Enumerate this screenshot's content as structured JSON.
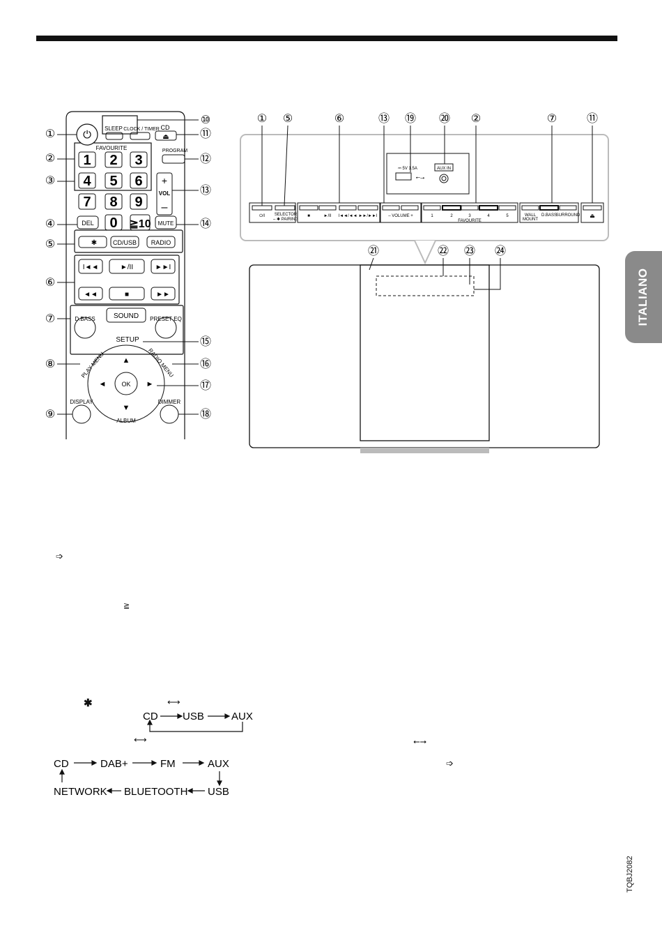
{
  "side_tab": "ITALIANO",
  "doc_code": "TQBJ2082",
  "remote": {
    "callouts": [
      "①",
      "②",
      "③",
      "④",
      "⑤",
      "⑥",
      "⑦",
      "⑧",
      "⑨",
      "⑩",
      "⑪",
      "⑫",
      "⑬",
      "⑭",
      "⑮",
      "⑯",
      "⑰",
      "⑱"
    ],
    "labels": {
      "sleep": "SLEEP",
      "clock_timer": "CLOCK / TIMER",
      "cd": "CD",
      "favourite": "FAVOURITE",
      "program": "PROGRAM",
      "vol": "VOL",
      "del": "DEL",
      "mute": "MUTE",
      "cd_usb": "CD/USB",
      "radio": "RADIO",
      "dbass": "D.BASS",
      "sound": "SOUND",
      "preset_eq": "PRESET EQ",
      "setup": "SETUP",
      "play_menu": "PLAY MENU",
      "radio_menu": "RADIO MENU",
      "ok": "OK",
      "display": "DISPLAY",
      "dimmer": "DIMMER",
      "album": "ALBUM",
      "digits": [
        "1",
        "2",
        "3",
        "4",
        "5",
        "6",
        "7",
        "8",
        "9",
        "0",
        "≧10"
      ]
    }
  },
  "unit": {
    "callouts_top": [
      "①",
      "⑤",
      "⑥",
      "⑬",
      "⑲",
      "⑳",
      "②",
      "⑦",
      "⑪"
    ],
    "callouts_front": [
      "㉑",
      "㉒",
      "㉓",
      "㉔"
    ],
    "labels": {
      "power": "⏻/I",
      "selector": "SELECTOR",
      "pairing": "– ✱ PAIRING",
      "stop": "■",
      "play_pause": "►/II",
      "skip_back": "I◄◄/◄◄",
      "skip_fwd": "►►/►►I",
      "volume": "–  VOLUME  +",
      "usb_port": "⎓ 5V 1.5A",
      "aux_in": "AUX IN",
      "fav_nums": [
        "1",
        "2",
        "3",
        "4",
        "5"
      ],
      "favourite": "FAVOURITE",
      "wall": "WALL",
      "mount": "MOUNT",
      "dbass": "D.BASS",
      "surround": "SURROUND",
      "eject": "⏏"
    }
  },
  "text_symbols": {
    "arrow1": "➩",
    "ge": "≧",
    "bt": "✱",
    "dblarrow1": "⟷",
    "dblarrow2": "⟷",
    "usb": "⭠⭢",
    "arrow2": "➩"
  },
  "flow1": {
    "items": [
      "CD",
      "USB",
      "AUX"
    ]
  },
  "flow2": {
    "row1": [
      "CD",
      "DAB+",
      "FM",
      "AUX"
    ],
    "row2": [
      "NETWORK",
      "BLUETOOTH",
      "USB"
    ]
  }
}
